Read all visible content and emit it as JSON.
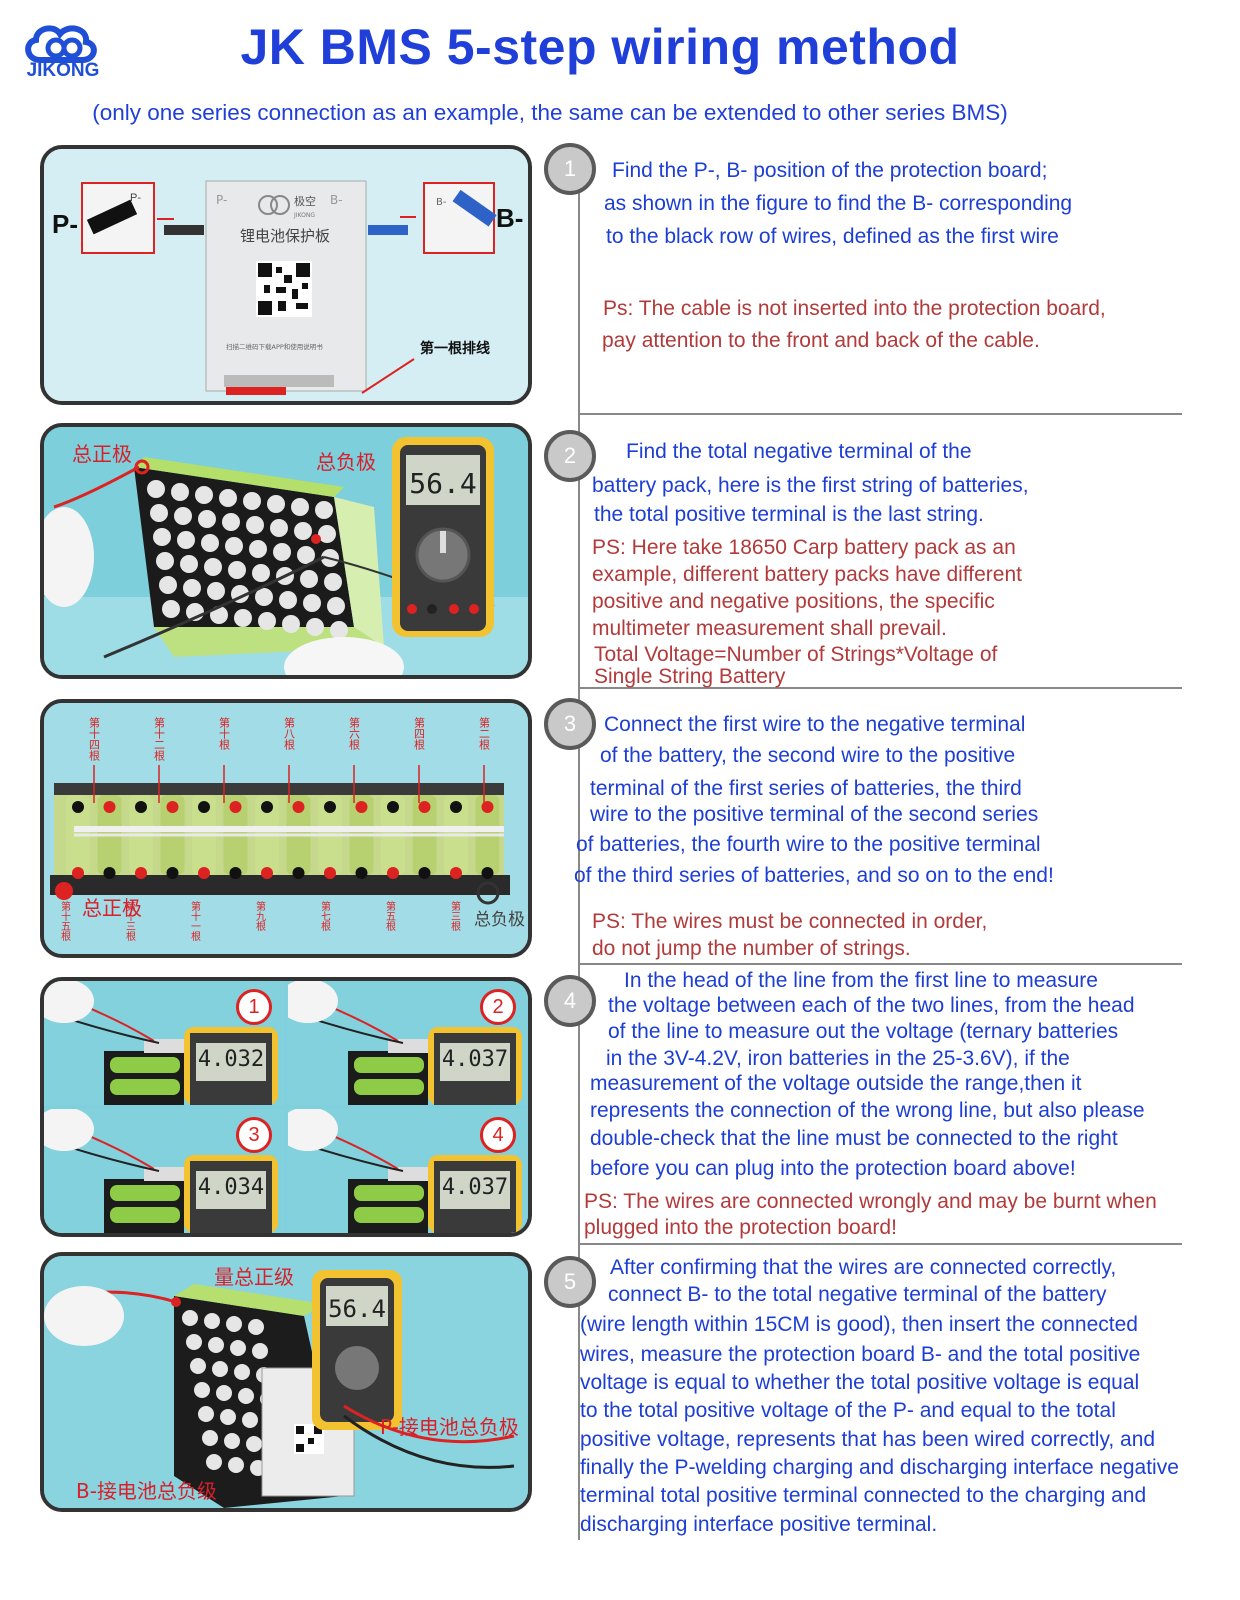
{
  "header": {
    "brand": "JIKONG",
    "title": "JK BMS 5-step wiring method",
    "subtitle": "(only one series connection as an example, the same can be extended to other series BMS)"
  },
  "colors": {
    "title_blue": "#1f3fd8",
    "text_blue": "#1c3ed4",
    "ps_red": "#b23a3a",
    "panel_border": "#333333"
  },
  "steps": [
    {
      "number": "1",
      "lines": [
        "Find the P-, B- position of the protection board;",
        "as shown in the figure to find the B- corresponding",
        "to the black row of wires, defined as the first wire"
      ],
      "ps": [
        "Ps: The cable is not inserted into the protection board,",
        "pay attention to the front and back of the cable."
      ],
      "image": {
        "p_minus": "P-",
        "b_minus": "B-",
        "board_p": "P-",
        "board_b": "B-",
        "board_brand": "极空",
        "board_brand_en": "JIKONG",
        "board_label": "锂电池保护板",
        "board_scan_text": "扫描二维码下载APP和使用说明书",
        "first_wire": "第一根排线"
      }
    },
    {
      "number": "2",
      "lines": [
        "Find the total negative terminal of the",
        "battery pack, here is the first string of batteries,",
        "the total positive terminal is the last string."
      ],
      "ps": [
        "PS: Here take 18650 Carp battery pack as an",
        "example, different battery packs have different",
        "positive and negative positions, the specific",
        "multimeter measurement shall prevail.",
        "Total Voltage=Number of Strings*Voltage of",
        "Single String Battery"
      ],
      "image": {
        "total_positive": "总正极",
        "total_negative": "总负极",
        "reading": "56.4"
      }
    },
    {
      "number": "3",
      "lines": [
        "Connect the first wire to the negative terminal",
        "of the battery, the second wire to the positive",
        "terminal of the first series of batteries, the third",
        "wire to the positive terminal of the second series",
        "of batteries, the fourth wire to the positive terminal",
        "of the third series of batteries, and so on to the end!"
      ],
      "ps": [
        "PS: The wires must be connected in order,",
        "do not jump the number of strings."
      ],
      "image": {
        "total_positive": "总正极",
        "total_negative": "总负极",
        "top_labels": [
          "第十四根",
          "第十二根",
          "第十根",
          "第八根",
          "第六根",
          "第四根",
          "第二根"
        ],
        "bottom_labels": [
          "第十五根",
          "第十三根",
          "第十一根",
          "第九根",
          "第七根",
          "第五根",
          "第三根"
        ]
      }
    },
    {
      "number": "4",
      "lines": [
        "In the head of the line from the first line to measure",
        "the voltage between each of the two lines, from the head",
        "of the line to measure out the voltage (ternary batteries",
        "in the 3V-4.2V, iron batteries in the 25-3.6V), if the",
        "measurement of the voltage outside the range,then it",
        "represents the connection of the wrong line, but also please",
        "double-check that the line must be connected to the right",
        "before you can plug into the protection board above!"
      ],
      "ps": [
        "PS: The wires are connected wrongly and may be burnt when",
        "plugged into the protection board!"
      ],
      "image": {
        "cells": [
          {
            "badge": "1",
            "reading": "4.032"
          },
          {
            "badge": "2",
            "reading": "4.037"
          },
          {
            "badge": "3",
            "reading": "4.034"
          },
          {
            "badge": "4",
            "reading": "4.037"
          }
        ]
      }
    },
    {
      "number": "5",
      "lines": [
        "After confirming that the wires are connected correctly,",
        "connect B- to the total negative terminal of the battery",
        "(wire length within 15CM is good), then insert the connected",
        "wires, measure the protection board B- and the total positive",
        "voltage is equal to whether the total positive voltage is equal",
        "to the total positive voltage of the P- and equal to the total",
        "positive voltage, represents that has been wired correctly, and",
        "finally the P-welding charging and discharging interface negative",
        "terminal total positive terminal connected to the charging and",
        "discharging interface positive terminal."
      ],
      "ps": [],
      "image": {
        "measure_total_positive": "量总正级",
        "p_label": "P-接电池总负极",
        "b_label": "B-接电池总负级",
        "reading": "56.4"
      }
    }
  ]
}
